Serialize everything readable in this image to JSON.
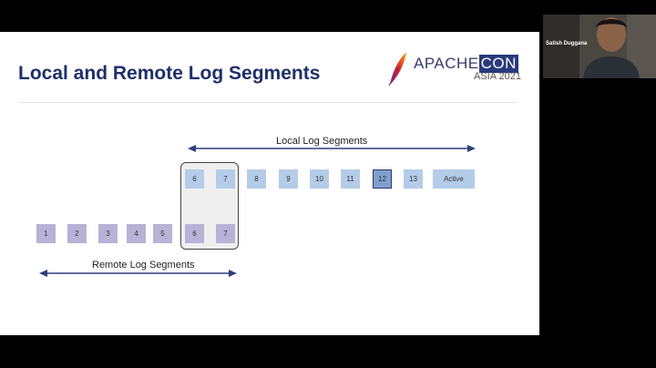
{
  "slide": {
    "title": "Local and Remote Log Segments",
    "logo": {
      "word": "APACHE",
      "word_highlight": "CON",
      "subtitle": "ASIA 2021"
    },
    "local": {
      "label": "Local Log Segments",
      "segments": [
        "6",
        "7",
        "8",
        "9",
        "10",
        "11",
        "12",
        "13",
        "Active"
      ]
    },
    "remote": {
      "label": "Remote Log Segments",
      "segments": [
        "1",
        "2",
        "3",
        "4",
        "5",
        "6",
        "7"
      ]
    }
  },
  "participant": {
    "name": "Satish Duggana"
  },
  "colors": {
    "title": "#1f2f6b",
    "local_segment": "#b4cce8",
    "remote_segment": "#b8b2d6",
    "arrow": "#2f3f7a"
  }
}
